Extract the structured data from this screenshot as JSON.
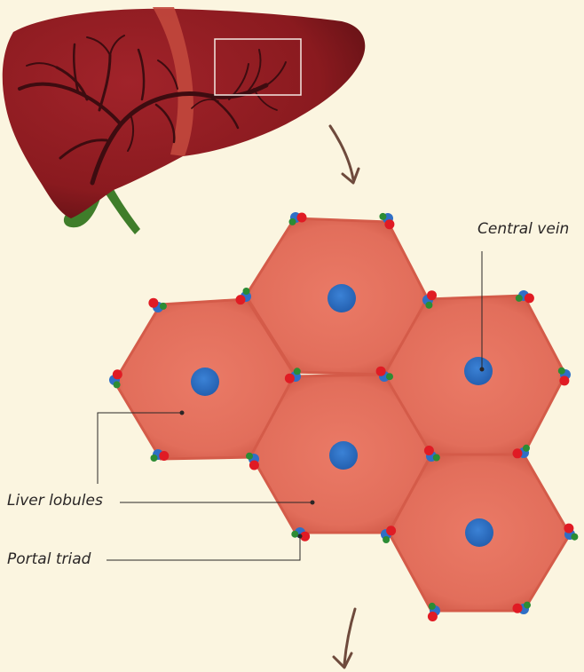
{
  "labels": {
    "central_vein": "Central vein",
    "liver_lobules": "Liver lobules",
    "portal_triad": "Portal triad"
  },
  "colors": {
    "background": "#fbf5e0",
    "liver": "#8e1b20",
    "liver_dark": "#5c1014",
    "vessel": "#3d0c10",
    "vena_cava": "#c2483d",
    "gallbladder": "#3f7d2a",
    "lobule": "#e57260",
    "lobule_edge": "#c6503f",
    "central_vein": "#2f72c4",
    "triad_blue": "#2f6fc6",
    "triad_red": "#e01b24",
    "triad_green": "#2c8c34",
    "arrow": "#6e4a3c",
    "leader": "#2a2626"
  },
  "icons": {
    "organ": "liver-illustration",
    "zoom": "selection-box",
    "flow": "curved-arrow-down"
  }
}
